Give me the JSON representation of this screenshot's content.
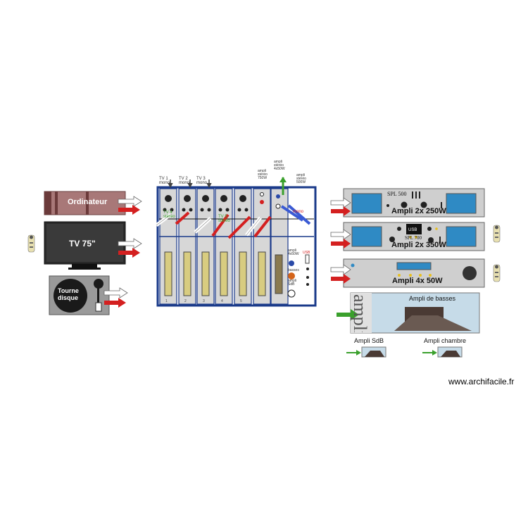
{
  "sources": {
    "computer": {
      "label": "Ordinateur"
    },
    "tv": {
      "label": "TV 75\""
    },
    "turntable": {
      "label_line1": "Tourne",
      "label_line2": "disque"
    }
  },
  "mixer": {
    "channel_labels": [
      {
        "line1": "TV 1",
        "line2": "mono"
      },
      {
        "line1": "TV 2",
        "line2": "mono"
      },
      {
        "line1": "TV 3",
        "line2": "mono"
      }
    ],
    "amp_out_labels": [
      {
        "line1": "ampli",
        "line2": "stéréo",
        "line3": "750W"
      },
      {
        "line1": "ampli",
        "line2": "stéréo",
        "line3": "4x50W"
      },
      {
        "line1": "ampli",
        "line2": "stéréo",
        "line3": "500W"
      }
    ],
    "inner_green_labels": [
      "TV 4",
      "stéréo",
      "TV 5",
      "stéréo"
    ],
    "inner_red_label": "mono",
    "master_labels": {
      "line1": "ampli",
      "line2": "4x50W",
      "line3": "basses",
      "line4": "ampli",
      "line5": "SdB"
    },
    "usb_label": "USB",
    "channel_numbers": [
      "1",
      "2",
      "3",
      "4",
      "5"
    ]
  },
  "amplifiers": [
    {
      "brand": "SPL 500",
      "label": "Ampli 2x 250W"
    },
    {
      "brand": "SPL 700",
      "usb": "USB",
      "label": "Ampli 2x 350W"
    },
    {
      "label": "Ampli 4x 50W"
    }
  ],
  "bass_amp": {
    "side_text": "ampli",
    "label": "Ampli de basses"
  },
  "small_amps": [
    {
      "label": "Ampli SdB"
    },
    {
      "label": "Ampli chambre"
    }
  ],
  "watermark": "www.archifacile.fr",
  "colors": {
    "arrow_red": "#d42020",
    "arrow_green": "#3aa02c",
    "mixer_border": "#1a3a8a",
    "amp_screen": "#2f8ac4"
  }
}
